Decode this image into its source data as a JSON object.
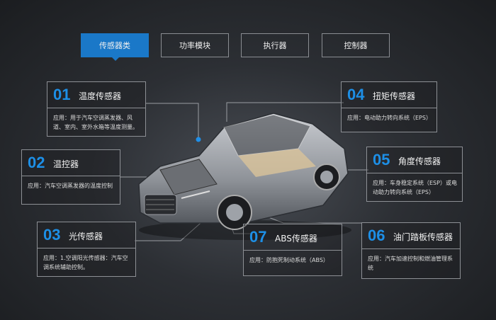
{
  "tabs": [
    "传感器类",
    "功率模块",
    "执行器",
    "控制器"
  ],
  "active_tab": 0,
  "cards": [
    {
      "num": "01",
      "title": "温度传感器",
      "desc": "应用：用于汽车空调蒸发器、风道、室内、室外水箱等温度测量。"
    },
    {
      "num": "02",
      "title": "温控器",
      "desc": "应用：汽车空调蒸发器的温度控制"
    },
    {
      "num": "03",
      "title": "光传感器",
      "desc": "应用：1.空调阳光传感器：汽车空调系统辅助控制。"
    },
    {
      "num": "04",
      "title": "扭矩传感器",
      "desc": "应用：电动助力转向系统（EPS）"
    },
    {
      "num": "05",
      "title": "角度传感器",
      "desc": "应用：车身稳定系统（ESP）或电动助力转向系统（EPS）"
    },
    {
      "num": "06",
      "title": "油门踏板传感器",
      "desc": "应用：汽车加速控制和燃油管理系统"
    },
    {
      "num": "07",
      "title": "ABS传感器",
      "desc": "应用：防抱死制动系统（ABS）"
    }
  ],
  "colors": {
    "accent": "#1a78c8",
    "number": "#1d8fe6",
    "border": "#8d9095"
  }
}
